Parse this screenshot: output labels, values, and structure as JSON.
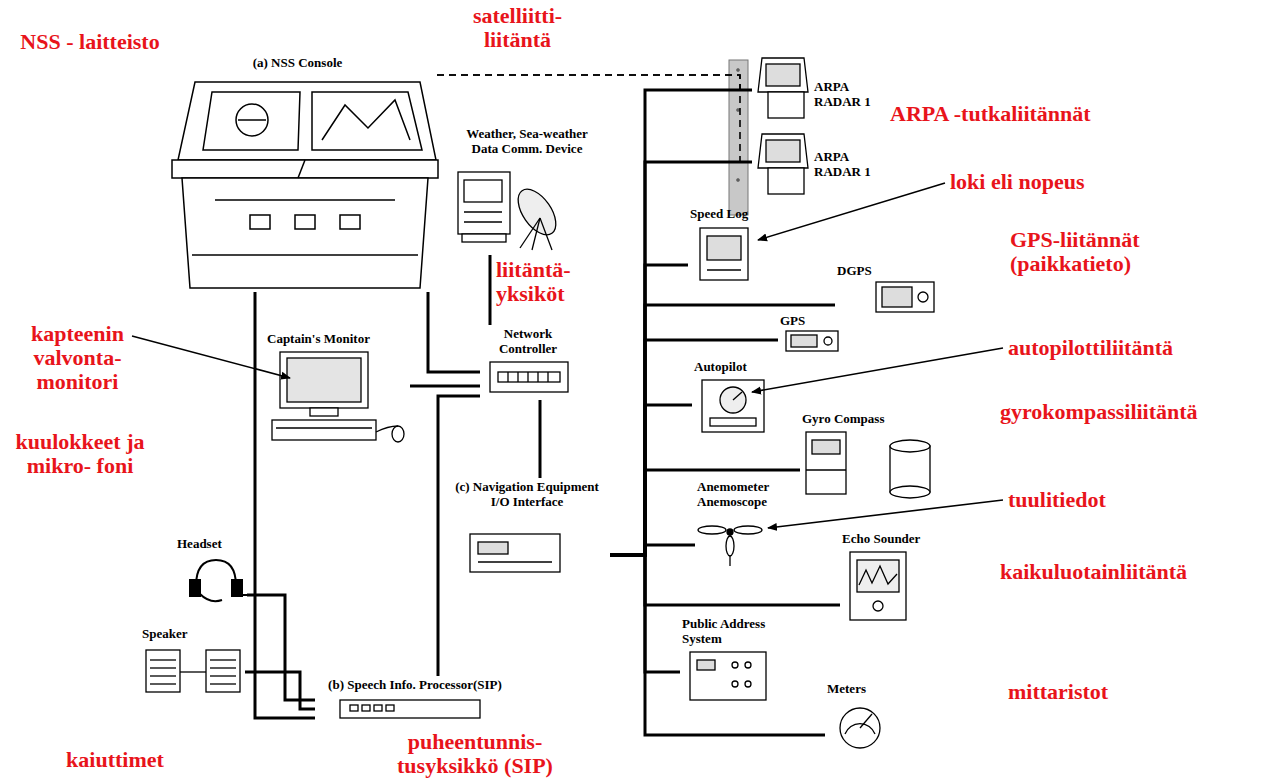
{
  "diagram": {
    "nodes": [
      {
        "text": [
          "(a) NSS Console"
        ]
      },
      {
        "text": [
          "Weather, Sea-weather Data Comm. Device"
        ]
      },
      {
        "text": [
          "ARPA RADAR 1"
        ]
      },
      {
        "text": [
          "ARPA RADAR 1"
        ]
      },
      {
        "text": [
          "Speed Log"
        ]
      },
      {
        "text": [
          "DGPS"
        ]
      },
      {
        "text": [
          "GPS"
        ]
      },
      {
        "text": [
          "Captain's Monitor"
        ]
      },
      {
        "text": [
          "Network Controller"
        ]
      },
      {
        "text": [
          "Autopilot"
        ]
      },
      {
        "text": [
          "Gyro Compass"
        ]
      },
      {
        "text": [
          "Anemometer Anemoscope"
        ]
      },
      {
        "text": [
          "(c) Navigation Equipment I/O Interface"
        ]
      },
      {
        "text": [
          "Echo Sounder"
        ]
      },
      {
        "text": [
          "Headset"
        ]
      },
      {
        "text": [
          "Public Address System"
        ]
      },
      {
        "text": [
          "(b) Speech Info. Processor(SIP)"
        ]
      },
      {
        "text": [
          "Speaker"
        ]
      },
      {
        "text": [
          "Meters"
        ]
      }
    ],
    "edges": [
      {
        "from": 0,
        "to": 2,
        "arrow": "none"
      },
      {
        "from": 0,
        "to": 3,
        "arrow": "none"
      },
      {
        "from": 8,
        "to": 0,
        "arrow": "none"
      },
      {
        "from": 8,
        "to": 1,
        "arrow": "none"
      },
      {
        "from": 8,
        "to": 7,
        "arrow": "none"
      },
      {
        "from": 8,
        "to": 12,
        "arrow": "none"
      },
      {
        "from": 8,
        "to": 16,
        "arrow": "none"
      },
      {
        "from": 0,
        "to": 16,
        "arrow": "none"
      },
      {
        "from": 14,
        "to": 16,
        "arrow": "none"
      },
      {
        "from": 17,
        "to": 16,
        "arrow": "none"
      },
      {
        "from": 12,
        "to": 2,
        "arrow": "none"
      },
      {
        "from": 12,
        "to": 3,
        "arrow": "none"
      },
      {
        "from": 12,
        "to": 4,
        "arrow": "none"
      },
      {
        "from": 12,
        "to": 5,
        "arrow": "none"
      },
      {
        "from": 12,
        "to": 6,
        "arrow": "none"
      },
      {
        "from": 12,
        "to": 9,
        "arrow": "none"
      },
      {
        "from": 12,
        "to": 10,
        "arrow": "none"
      },
      {
        "from": 12,
        "to": 11,
        "arrow": "none"
      },
      {
        "from": 12,
        "to": 13,
        "arrow": "none"
      },
      {
        "from": 12,
        "to": 15,
        "arrow": "none"
      },
      {
        "from": 12,
        "to": 18,
        "arrow": "none"
      }
    ],
    "labels": [
      "NSS - laitteisto",
      "satelliitti- liitäntä",
      "ARPA -tutkaliitännät",
      "loki eli nopeus",
      "GPS-liitännät (paikkatieto)",
      "liitäntä- yksiköt",
      "kapteenin valvonta- monitori",
      "autopilottiliitäntä",
      "gyrokompassiliitäntä",
      "tuulitiedot",
      "kaikuluotainliitäntä",
      "kuulokkeet ja mikro- foni",
      "mittaristot",
      "puheentunnis- tusyksikkö (SIP)",
      "kaiuttimet"
    ]
  }
}
